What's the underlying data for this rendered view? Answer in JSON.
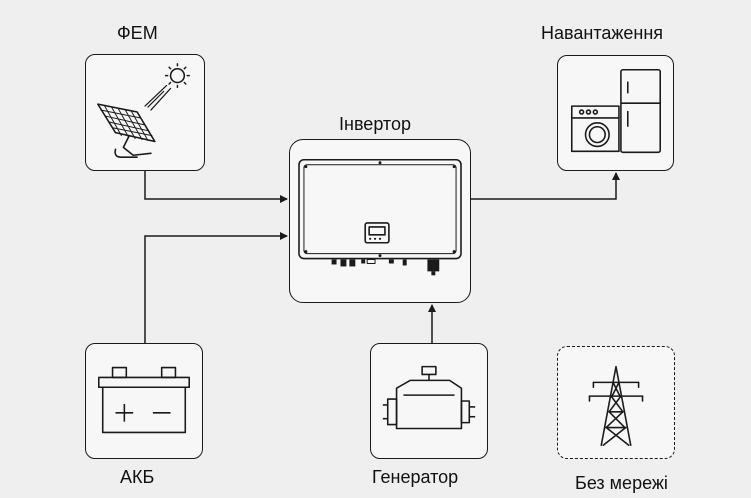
{
  "labels": {
    "pv": "ФЕМ",
    "inverter": "Інвертор",
    "load": "Навантаження",
    "battery": "АКБ",
    "generator": "Генератор",
    "off_grid": "Без мережі"
  },
  "colors": {
    "background": "#efefef",
    "box_fill": "#f7f7f7",
    "stroke": "#1a1a1a"
  },
  "icons": [
    "solar-panel-icon",
    "inverter-icon",
    "appliances-icon",
    "battery-icon",
    "engine-icon",
    "power-tower-icon"
  ]
}
